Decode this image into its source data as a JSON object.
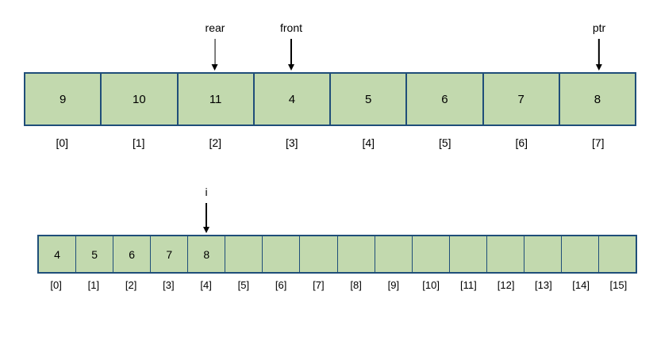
{
  "colors": {
    "cell_fill": "#c2d9ae",
    "cell_border": "#1f4e79",
    "arrow": "#000000",
    "background": "#ffffff"
  },
  "diagram": {
    "top_array": {
      "pointers": [
        {
          "label": "rear",
          "cell_index": 2
        },
        {
          "label": "front",
          "cell_index": 3
        },
        {
          "label": "ptr",
          "cell_index": 7
        }
      ],
      "cells": [
        {
          "value": "9",
          "index_label": "[0]"
        },
        {
          "value": "10",
          "index_label": "[1]"
        },
        {
          "value": "11",
          "index_label": "[2]"
        },
        {
          "value": "4",
          "index_label": "[3]"
        },
        {
          "value": "5",
          "index_label": "[4]"
        },
        {
          "value": "6",
          "index_label": "[5]"
        },
        {
          "value": "7",
          "index_label": "[6]"
        },
        {
          "value": "8",
          "index_label": "[7]"
        }
      ]
    },
    "bottom_array": {
      "pointers": [
        {
          "label": "i",
          "cell_index": 4
        }
      ],
      "cells": [
        {
          "value": "4",
          "index_label": "[0]"
        },
        {
          "value": "5",
          "index_label": "[1]"
        },
        {
          "value": "6",
          "index_label": "[2]"
        },
        {
          "value": "7",
          "index_label": "[3]"
        },
        {
          "value": "8",
          "index_label": "[4]"
        },
        {
          "value": "",
          "index_label": "[5]"
        },
        {
          "value": "",
          "index_label": "[6]"
        },
        {
          "value": "",
          "index_label": "[7]"
        },
        {
          "value": "",
          "index_label": "[8]"
        },
        {
          "value": "",
          "index_label": "[9]"
        },
        {
          "value": "",
          "index_label": "[10]"
        },
        {
          "value": "",
          "index_label": "[11]"
        },
        {
          "value": "",
          "index_label": "[12]"
        },
        {
          "value": "",
          "index_label": "[13]"
        },
        {
          "value": "",
          "index_label": "[14]"
        },
        {
          "value": "",
          "index_label": "[15]"
        }
      ]
    }
  }
}
